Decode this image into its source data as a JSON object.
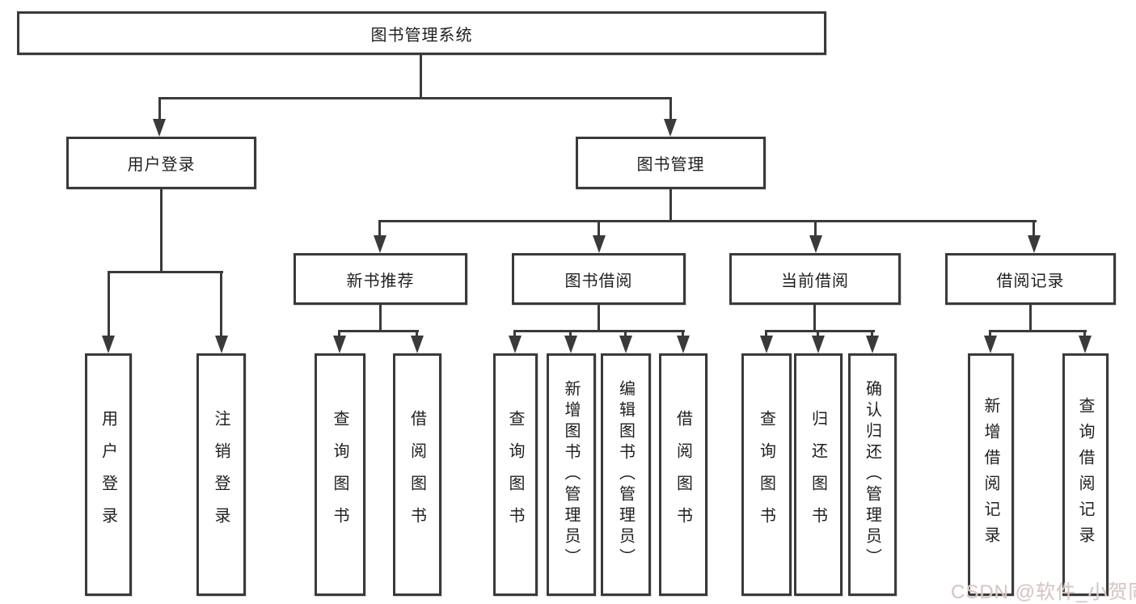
{
  "tree": {
    "root": {
      "label": "图书管理系统",
      "children": [
        {
          "label": "用户登录",
          "children": [
            {
              "label": "用户登录"
            },
            {
              "label": "注销登录"
            }
          ]
        },
        {
          "label": "图书管理",
          "children": [
            {
              "label": "新书推荐",
              "children": [
                {
                  "label": "查询图书"
                },
                {
                  "label": "借阅图书"
                }
              ]
            },
            {
              "label": "图书借阅",
              "children": [
                {
                  "label": "查询图书"
                },
                {
                  "label": "新增图书（管理员）"
                },
                {
                  "label": "编辑图书（管理员）"
                },
                {
                  "label": "借阅图书"
                }
              ]
            },
            {
              "label": "当前借阅",
              "children": [
                {
                  "label": "查询图书"
                },
                {
                  "label": "归还图书"
                },
                {
                  "label": "确认归还（管理员）"
                }
              ]
            },
            {
              "label": "借阅记录",
              "children": [
                {
                  "label": "新增借阅记录"
                },
                {
                  "label": "查询借阅记录"
                }
              ]
            }
          ]
        }
      ]
    }
  },
  "watermark": {
    "text": "CSDN @软件_小贺同学"
  },
  "colors": {
    "line": "#3a3a3a",
    "box_border": "#3a3a3a",
    "background": "#ffffff",
    "watermark": "#d5c6c6"
  }
}
